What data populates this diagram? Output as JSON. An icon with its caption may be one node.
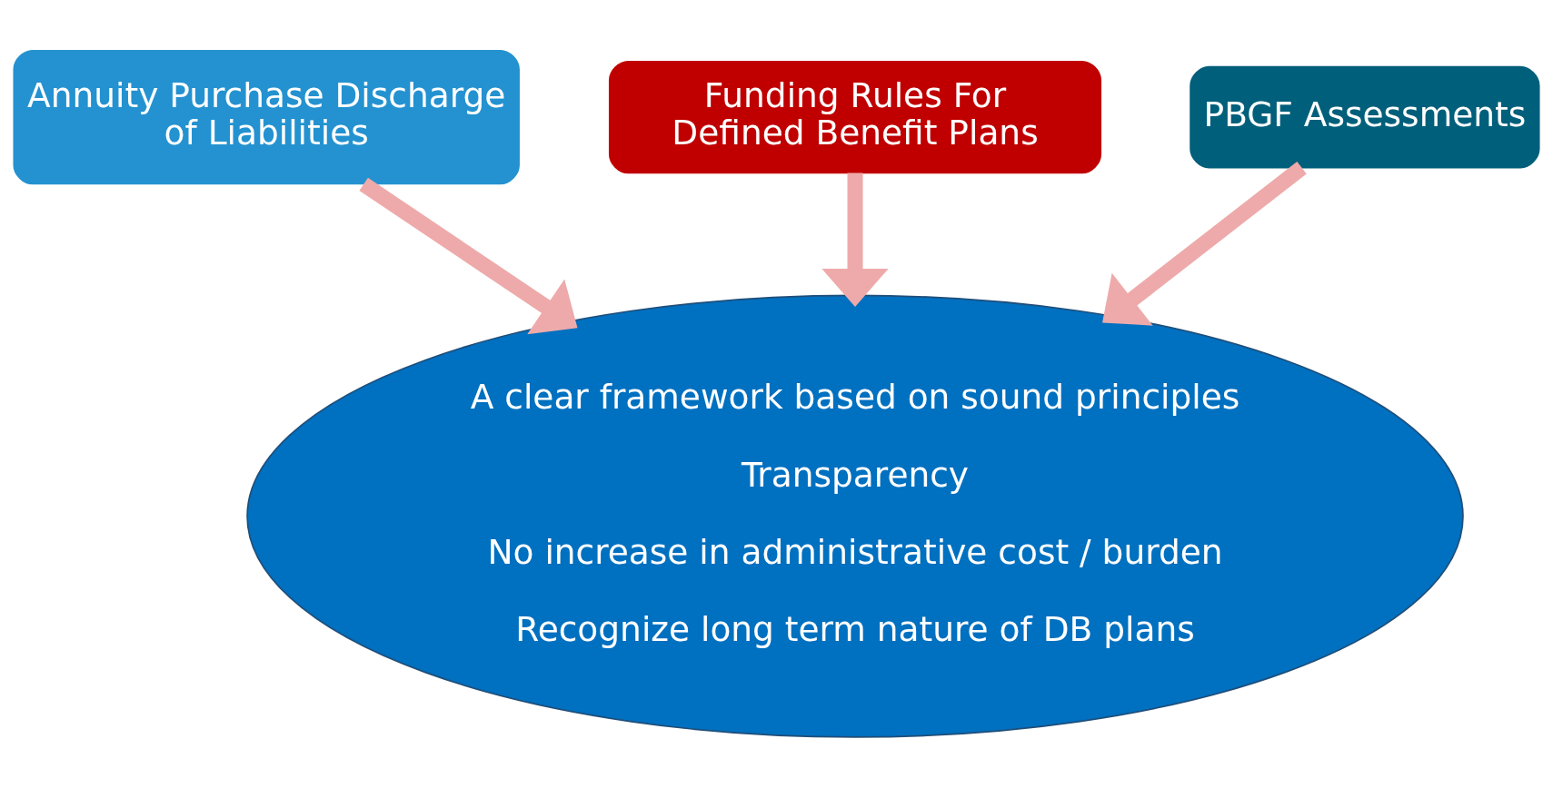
{
  "diagram": {
    "nodes": [
      {
        "text": [
          "Annuity Purchase Discharge of Liabilities"
        ]
      },
      {
        "text": [
          "Funding Rules For Defined Benefit Plans"
        ]
      },
      {
        "text": [
          "PBGF Assessments"
        ]
      },
      {
        "text": [
          "A clear framework based on sound principles",
          "Transparency",
          "No increase in administrative cost / burden",
          "Recognize long term nature of DB plans"
        ]
      }
    ],
    "edges": [
      {
        "from": 0,
        "to": 3,
        "arrow": "to",
        "color": "#eeaaaa"
      },
      {
        "from": 1,
        "to": 3,
        "arrow": "to",
        "color": "#eeaaaa"
      },
      {
        "from": 2,
        "to": 3,
        "arrow": "to",
        "color": "#eeaaaa"
      }
    ]
  }
}
